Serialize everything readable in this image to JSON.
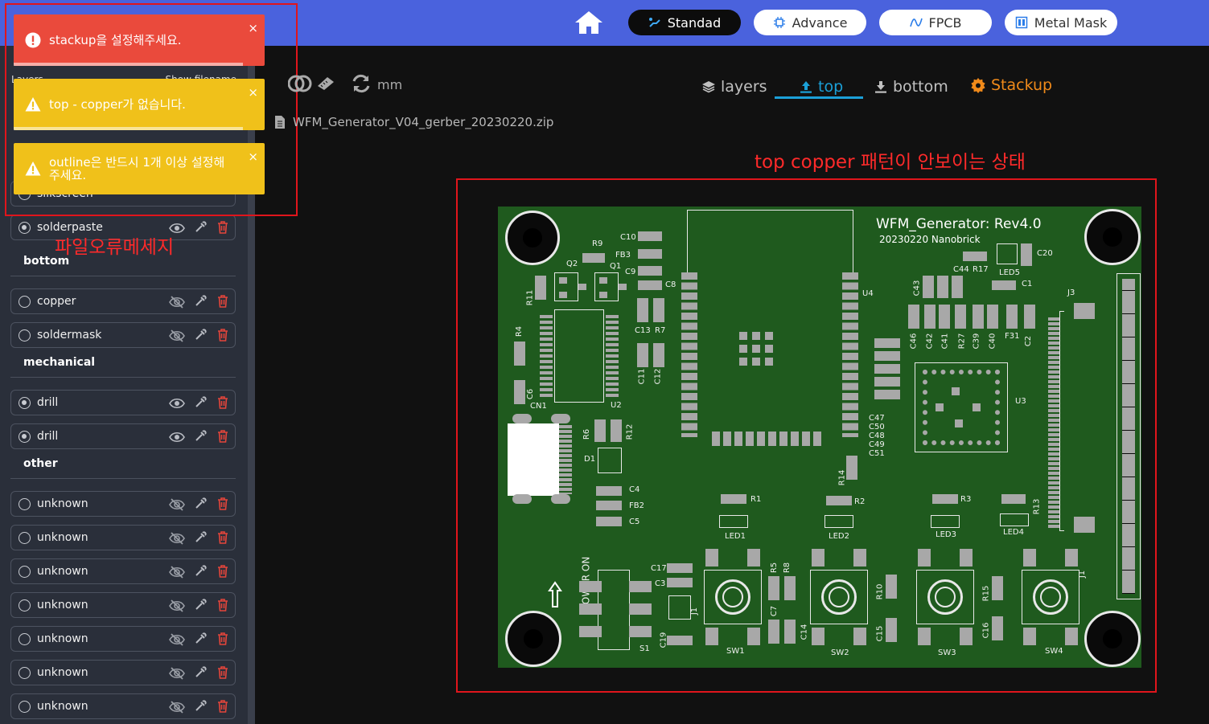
{
  "topbar": {
    "modes": [
      {
        "label": "Standad",
        "icon": "pcb-icon",
        "active": true
      },
      {
        "label": "Advance",
        "icon": "chip-icon",
        "active": false
      },
      {
        "label": "FPCB",
        "icon": "flex-icon",
        "active": false
      },
      {
        "label": "Metal Mask",
        "icon": "mask-icon",
        "active": false
      }
    ]
  },
  "sidebar": {
    "header_left": "Layers",
    "header_right": "Show filename",
    "rows_top": [
      {
        "name": "silkscreen",
        "selected": false,
        "visible": true
      },
      {
        "name": "solderpaste",
        "selected": true,
        "visible": true
      }
    ],
    "groups": [
      {
        "title": "bottom",
        "rows": [
          {
            "name": "copper",
            "selected": false,
            "visible": false
          },
          {
            "name": "soldermask",
            "selected": false,
            "visible": false
          }
        ]
      },
      {
        "title": "mechanical",
        "rows": [
          {
            "name": "drill",
            "selected": true,
            "visible": true
          },
          {
            "name": "drill",
            "selected": true,
            "visible": true
          }
        ]
      },
      {
        "title": "other",
        "rows": [
          {
            "name": "unknown",
            "selected": false,
            "visible": false
          },
          {
            "name": "unknown",
            "selected": false,
            "visible": false
          },
          {
            "name": "unknown",
            "selected": false,
            "visible": false
          },
          {
            "name": "unknown",
            "selected": false,
            "visible": false
          },
          {
            "name": "unknown",
            "selected": false,
            "visible": false
          },
          {
            "name": "unknown",
            "selected": false,
            "visible": false
          },
          {
            "name": "unknown",
            "selected": false,
            "visible": false
          }
        ]
      }
    ]
  },
  "toasts": [
    {
      "type": "error",
      "text": "stackup을 설정해주세요.",
      "close": "×"
    },
    {
      "type": "warning",
      "text": "top - copper가 없습니다.",
      "close": "×"
    },
    {
      "type": "warning",
      "text": "outline은 반드시 1개 이상 설정해 주세요.",
      "close": "×"
    }
  ],
  "annotations": {
    "file_error_note": "파일오류메세지",
    "pcb_note": "top copper 패턴이 안보이는 상태"
  },
  "toolbar": {
    "unit": "mm",
    "tabs": [
      {
        "label": "layers",
        "icon": "layers-icon",
        "active": false
      },
      {
        "label": "top",
        "icon": "upload-icon",
        "active": true
      },
      {
        "label": "bottom",
        "icon": "download-icon",
        "active": false
      }
    ],
    "stackup_label": "Stackup",
    "filename": "WFM_Generator_V04_gerber_20230220.zip"
  },
  "pcb": {
    "title": "WFM_Generator: Rev4.0",
    "subtitle": "20230220  Nanobrick",
    "power_label": "POWER ON",
    "labels": {
      "r9": "R9",
      "c10": "C10",
      "fb3": "FB3",
      "q2": "Q2",
      "q1": "Q1",
      "c9": "C9",
      "c8": "C8",
      "r11": "R11",
      "r4": "R4",
      "c6": "C6",
      "cn1": "CN1",
      "u2": "U2",
      "c13": "C13",
      "r7": "R7",
      "c11": "C11",
      "c12": "C12",
      "u4": "U4",
      "c20": "C20",
      "c44": "C44",
      "r17": "R17",
      "led5": "LED5",
      "c1": "C1",
      "c43": "C43",
      "j3": "J3",
      "c46": "C46",
      "c42": "C42",
      "c41": "C41",
      "r27": "R27",
      "c39": "C39",
      "c40": "C40",
      "f31": "F31",
      "c2": "C2",
      "u3": "U3",
      "c47": "C47",
      "c50": "C50",
      "c48": "C48",
      "c49": "C49",
      "c51": "C51",
      "r6": "R6",
      "r12": "R12",
      "d1": "D1",
      "c4": "C4",
      "fb2": "FB2",
      "c5": "C5",
      "r14": "R14",
      "r1": "R1",
      "led1": "LED1",
      "r2": "R2",
      "led2": "LED2",
      "r3": "R3",
      "led3": "LED3",
      "r13": "R13",
      "led4": "LED4",
      "c17": "C17",
      "c3": "C3",
      "j1": "J1",
      "c19": "C19",
      "s1": "S1",
      "r5": "R5",
      "r8": "R8",
      "c7": "C7",
      "c14": "C14",
      "r10": "R10",
      "c15": "C15",
      "r15": "R15",
      "c16": "C16",
      "j2": "J1",
      "sw1": "SW1",
      "sw2": "SW2",
      "sw3": "SW3",
      "sw4": "SW4"
    }
  },
  "colors": {
    "topbar": "#4a62dd",
    "error": "#ea4a3c",
    "warning": "#f0c11a",
    "active_tab": "#1ba0d8",
    "stackup": "#f08a1a",
    "pcb": "#1f5a1e",
    "annotation": "#e0151c"
  }
}
